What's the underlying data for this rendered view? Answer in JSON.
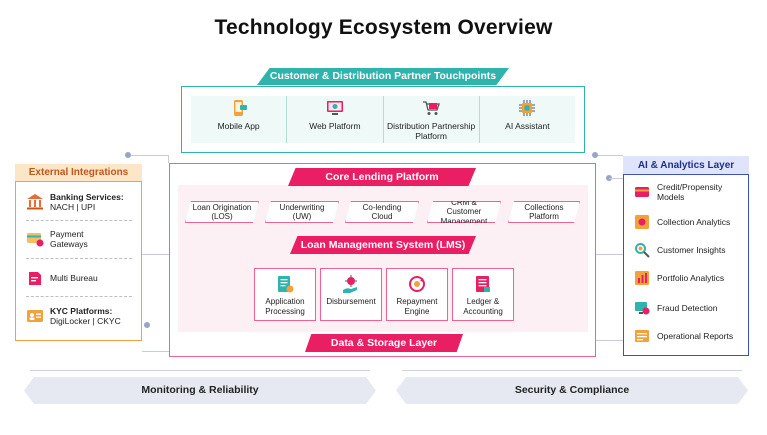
{
  "title": "Technology Ecosystem Overview",
  "touchpoints": {
    "header": "Customer & Distribution Partner Touchpoints",
    "items": [
      {
        "label": "Mobile App",
        "icon": "mobile-app-icon"
      },
      {
        "label": "Web Platform",
        "icon": "web-platform-icon"
      },
      {
        "label": "Distribution Partnership Platform",
        "icon": "distribution-cart-icon"
      },
      {
        "label": "AI Assistant",
        "icon": "ai-chip-icon"
      }
    ]
  },
  "external": {
    "header": "External Integrations",
    "items": [
      {
        "bold": "Banking Services:",
        "text": "NACH | UPI",
        "icon": "bank-icon"
      },
      {
        "bold": "",
        "text": "Payment Gateways",
        "icon": "payment-gateway-icon"
      },
      {
        "bold": "",
        "text": "Multi Bureau",
        "icon": "multi-bureau-icon"
      },
      {
        "bold": "KYC Platforms:",
        "text": "DigiLocker | CKYC",
        "icon": "id-card-icon"
      }
    ]
  },
  "core": {
    "header": "Core Lending Platform",
    "modules": [
      "Loan Origination (LOS)",
      "Underwriting (UW)",
      "Co-lending Cloud",
      "CRM & Customer Management",
      "Collections Platform"
    ]
  },
  "lms": {
    "header": "Loan Management System (LMS)",
    "items": [
      {
        "label": "Application Processing",
        "icon": "application-document-icon"
      },
      {
        "label": "Disbursement",
        "icon": "disbursement-hand-icon"
      },
      {
        "label": "Repayment Engine",
        "icon": "repayment-cycle-icon"
      },
      {
        "label": "Ledger & Accounting",
        "icon": "ledger-icon"
      }
    ]
  },
  "data_layer": "Data & Storage Layer",
  "ai": {
    "header": "AI & Analytics Layer",
    "items": [
      {
        "label": "Credit/Propensity Models",
        "icon": "credit-model-icon"
      },
      {
        "label": "Collection Analytics",
        "icon": "collection-analytics-icon"
      },
      {
        "label": "Customer Insights",
        "icon": "customer-insights-icon"
      },
      {
        "label": "Portfolio Analytics",
        "icon": "portfolio-chart-icon"
      },
      {
        "label": "Fraud Detection",
        "icon": "fraud-detection-icon"
      },
      {
        "label": "Operational Reports",
        "icon": "operational-reports-icon"
      }
    ]
  },
  "bottom": {
    "monitoring": "Monitoring & Reliability",
    "security": "Security & Compliance"
  },
  "colors": {
    "teal": "#2fb3ad",
    "orange": "#f2a23c",
    "pink": "#e91e63",
    "indigo": "#3f51b5"
  }
}
